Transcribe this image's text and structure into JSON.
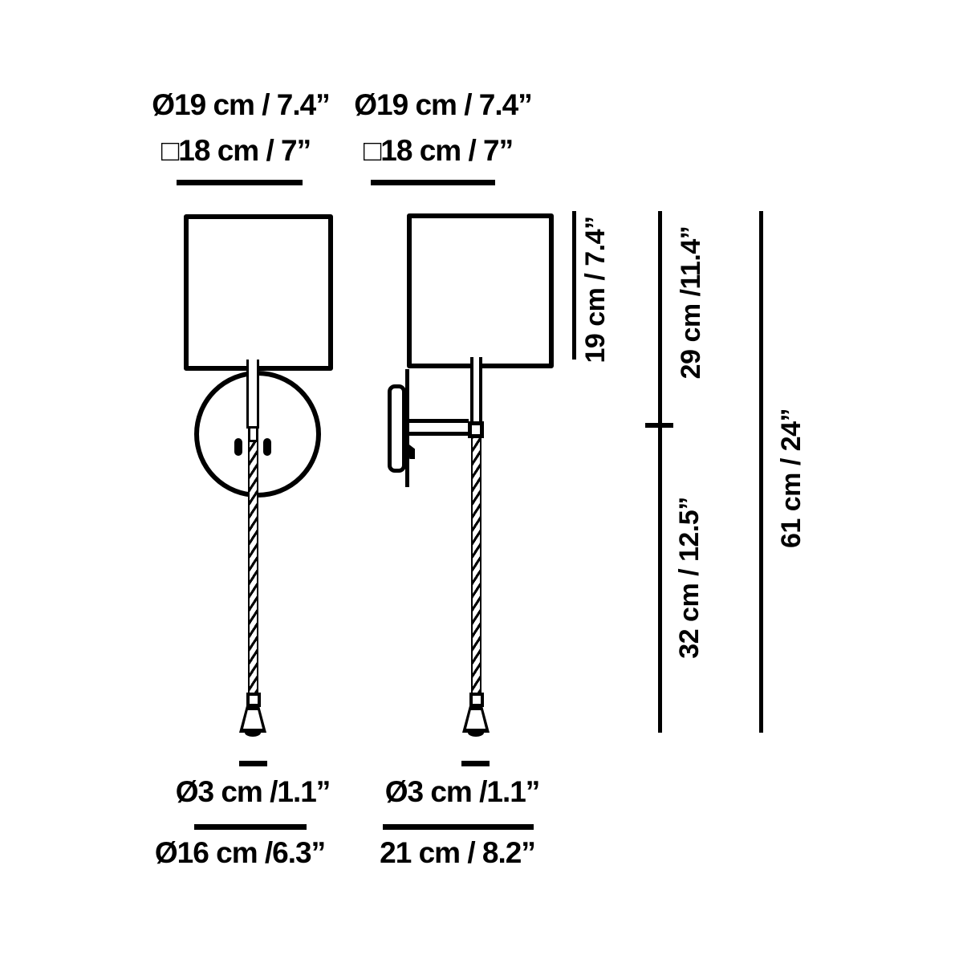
{
  "diagram": {
    "title": "wall-lamp-dimension-drawing",
    "front_view": {
      "shade_diameter": "Ø19 cm / 7.4”",
      "shade_square": "□18 cm / 7”",
      "reader_head_diameter": "Ø3 cm /1.1”",
      "backplate_diameter": "Ø16 cm /6.3”"
    },
    "side_view": {
      "shade_diameter": "Ø19 cm / 7.4”",
      "shade_square": "□18 cm / 7”",
      "reader_head_diameter": "Ø3 cm /1.1”",
      "depth": "21 cm / 8.2”"
    },
    "heights": {
      "shade_height": "19 cm / 7.4”",
      "top_to_arm": "29 cm /11.4”",
      "arm_to_tip": "32 cm / 12.5”",
      "total_height": "61 cm / 24”"
    },
    "colors": {
      "ink": "#000000",
      "background": "#ffffff"
    }
  }
}
